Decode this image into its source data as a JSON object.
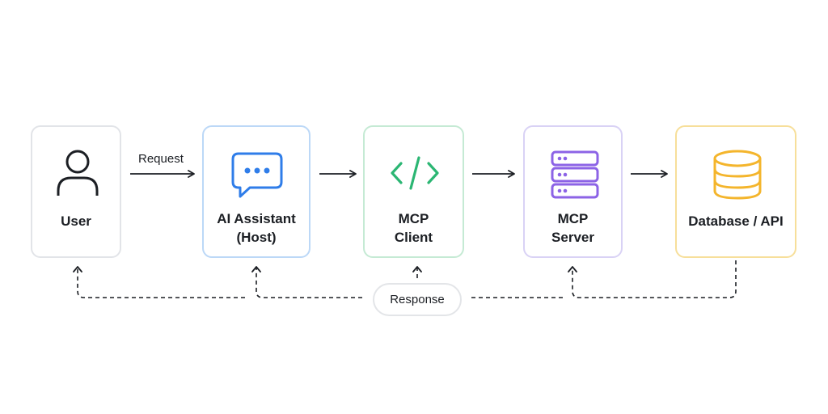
{
  "nodes": {
    "user": {
      "label": "User",
      "icon": "user-icon",
      "border_color": "#e2e4e8"
    },
    "assistant": {
      "line1": "AI Assistant",
      "line2": "(Host)",
      "icon": "chat-bubble-icon",
      "border_color": "#bcd8f7",
      "icon_color": "#2f7de9"
    },
    "client": {
      "line1": "MCP",
      "line2": "Client",
      "icon": "code-icon",
      "border_color": "#c5ead4",
      "icon_color": "#2bb673"
    },
    "server": {
      "line1": "MCP",
      "line2": "Server",
      "icon": "server-icon",
      "border_color": "#d9d2f5",
      "icon_color": "#8c63e6"
    },
    "database": {
      "label": "Database / API",
      "icon": "database-icon",
      "border_color": "#f7df9a",
      "icon_color": "#f4b52c"
    }
  },
  "edges": {
    "request_label": "Request",
    "response_label": "Response"
  }
}
